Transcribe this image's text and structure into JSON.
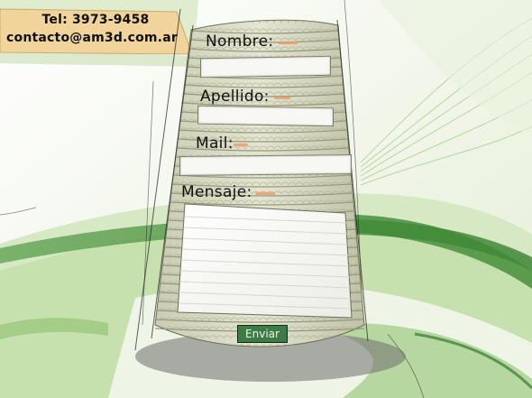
{
  "contact": {
    "phone": "Tel: 3973-9458",
    "email": "contacto@am3d.com.ar"
  },
  "form": {
    "nombre_label": "Nombre:",
    "apellido_label": "Apellido:",
    "mail_label": "Mail:",
    "mensaje_label": "Mensaje:",
    "submit_label": "Enviar"
  },
  "colors": {
    "label_accent": "#ee9a6a",
    "button_bg": "#3d7a45",
    "contact_tag": "#f0d49c"
  }
}
